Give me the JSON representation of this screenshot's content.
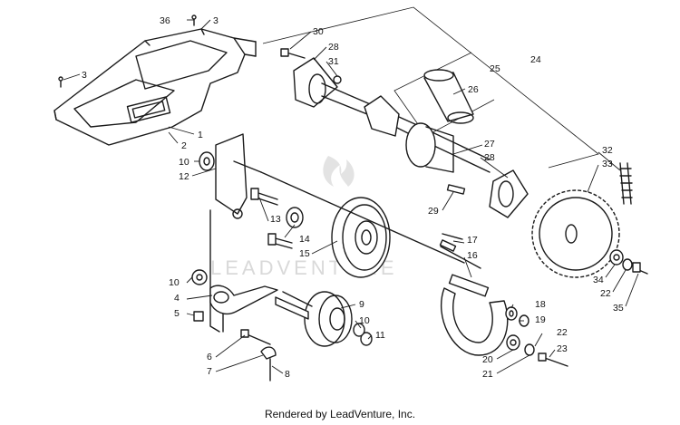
{
  "footer_text": "Rendered by LeadVenture, Inc.",
  "watermark_text": "LEADVENTURE",
  "callouts": [
    "36",
    "3",
    "3",
    "1",
    "2",
    "10",
    "12",
    "30",
    "28",
    "31",
    "25",
    "26",
    "24",
    "27",
    "28",
    "29",
    "32",
    "33",
    "13",
    "14",
    "15",
    "17",
    "16",
    "10",
    "4",
    "5",
    "9",
    "10",
    "11",
    "18",
    "19",
    "6",
    "7",
    "8",
    "20",
    "21",
    "22",
    "23",
    "34",
    "22",
    "35"
  ]
}
